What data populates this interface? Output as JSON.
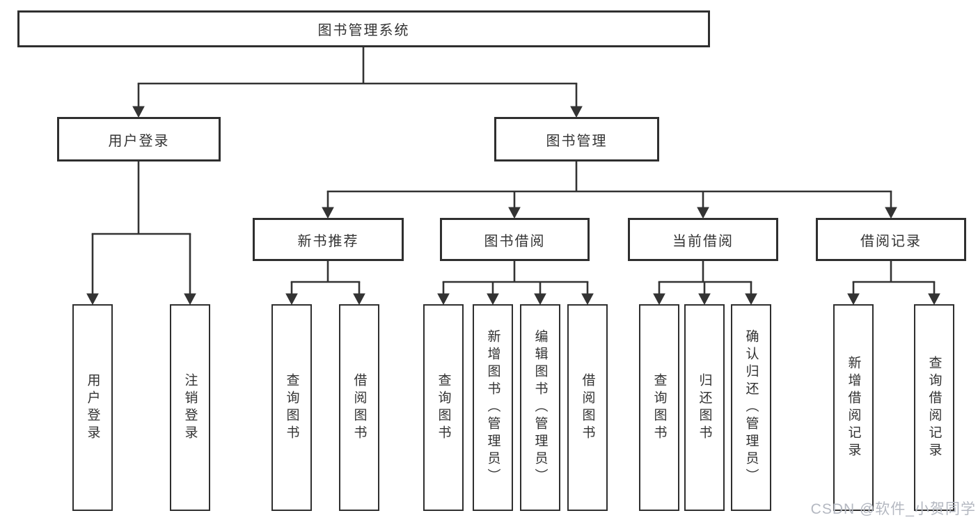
{
  "diagram": {
    "root": "图书管理系统",
    "branches": [
      {
        "label": "用户登录",
        "leaves": [
          "用户登录",
          "注销登录"
        ]
      },
      {
        "label": "图书管理",
        "children": [
          {
            "label": "新书推荐",
            "leaves": [
              "查询图书",
              "借阅图书"
            ]
          },
          {
            "label": "图书借阅",
            "leaves": [
              "查询图书",
              "新增图书（管理员）",
              "编辑图书（管理员）",
              "借阅图书"
            ]
          },
          {
            "label": "当前借阅",
            "leaves": [
              "查询图书",
              "归还图书",
              "确认归还（管理员）"
            ]
          },
          {
            "label": "借阅记录",
            "leaves": [
              "新增借阅记录",
              "查询借阅记录"
            ]
          }
        ]
      }
    ]
  },
  "watermark": "CSDN @软件_小贺同学",
  "colors": {
    "line": "#333333",
    "background": "#ffffff",
    "watermark": "#b4b8c1"
  }
}
